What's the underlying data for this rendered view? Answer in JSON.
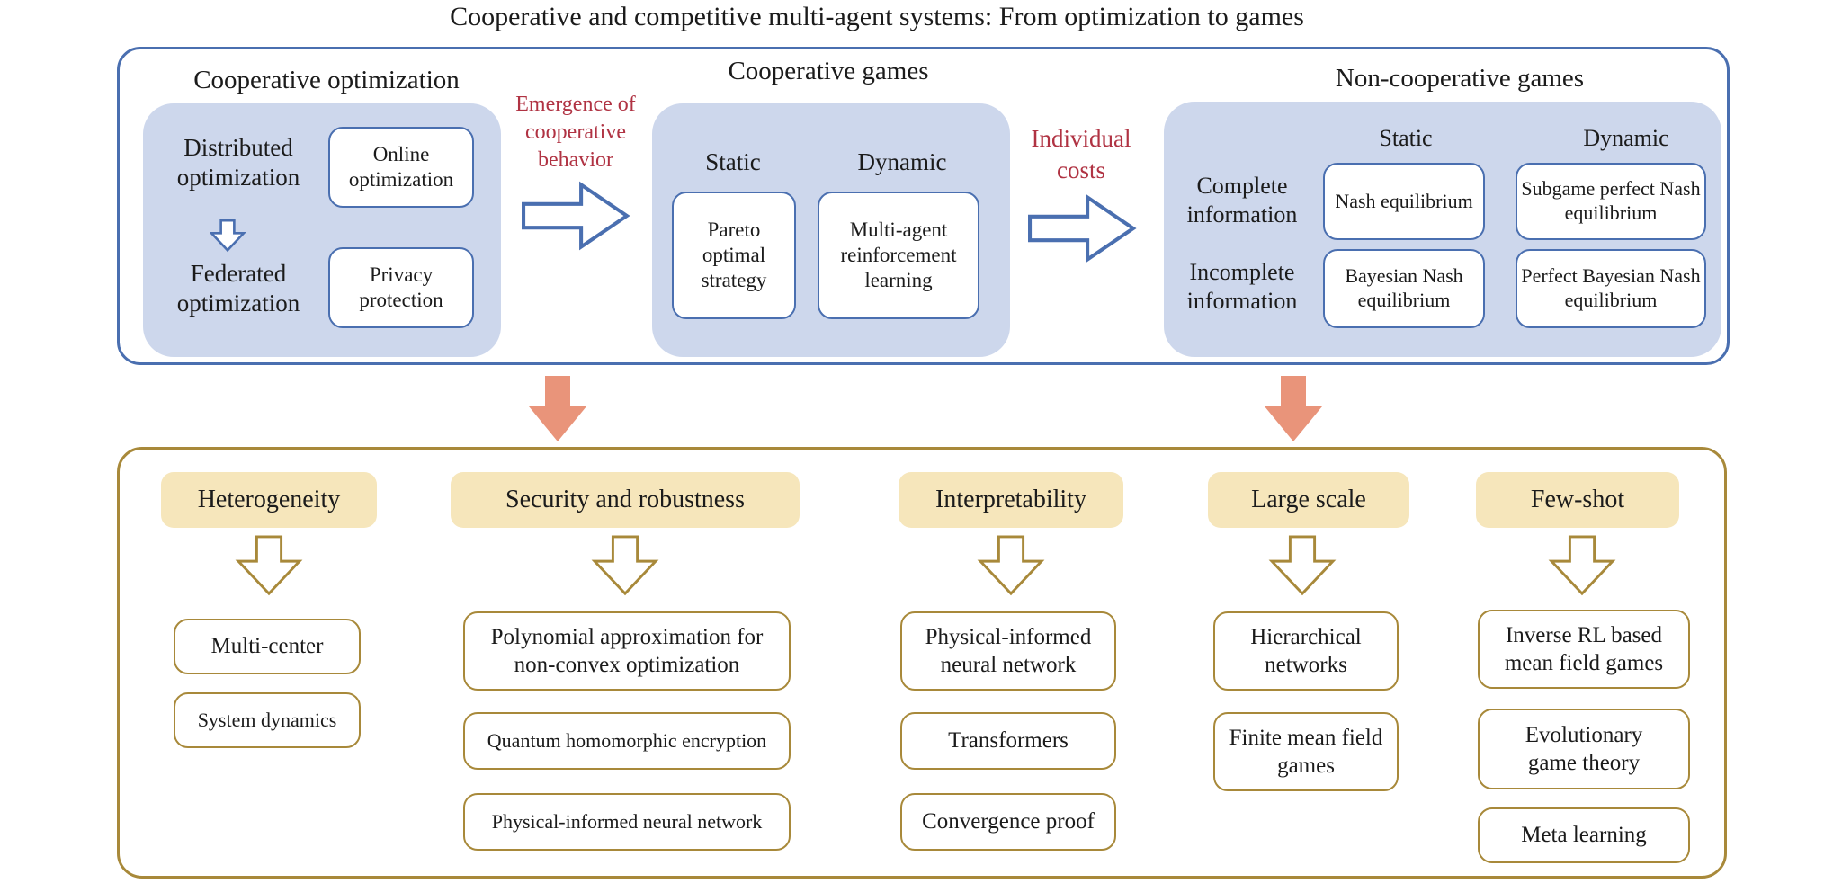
{
  "title": "Cooperative and competitive multi-agent systems: From optimization to games",
  "top_panel": {
    "cooperative_optimization": {
      "label": "Cooperative optimization",
      "flow_items": [
        "Distributed optimization",
        "Federated optimization"
      ],
      "side_boxes": [
        "Online optimization",
        "Privacy protection"
      ]
    },
    "emergence_connector": "Emergence of cooperative behavior",
    "cooperative_games": {
      "label": "Cooperative games",
      "headers": [
        "Static",
        "Dynamic"
      ],
      "boxes": [
        "Pareto optimal strategy",
        "Multi-agent reinforcement learning"
      ]
    },
    "individual_costs_connector": "Individual costs",
    "non_cooperative_games": {
      "label": "Non-cooperative games",
      "headers": [
        "Static",
        "Dynamic"
      ],
      "row_labels": [
        "Complete information",
        "Incomplete information"
      ],
      "cells": [
        "Nash equilibrium",
        "Subgame perfect Nash equilibrium",
        "Bayesian Nash equilibrium",
        "Perfect Bayesian Nash equilibrium"
      ]
    }
  },
  "bottom_panel": {
    "columns": [
      {
        "header": "Heterogeneity",
        "items": [
          "Multi-center",
          "System dynamics"
        ]
      },
      {
        "header": "Security and robustness",
        "items": [
          "Polynomial approximation for non-convex optimization",
          "Quantum homomorphic encryption",
          "Physical-informed neural network"
        ]
      },
      {
        "header": "Interpretability",
        "items": [
          "Physical-informed neural network",
          "Transformers",
          "Convergence proof"
        ]
      },
      {
        "header": "Large scale",
        "items": [
          "Hierarchical networks",
          "Finite mean field games"
        ]
      },
      {
        "header": "Few-shot",
        "items": [
          "Inverse RL based mean field games",
          "Evolutionary game theory",
          "Meta learning"
        ]
      }
    ]
  },
  "colors": {
    "blue_border": "#4a6fb0",
    "blue_fill": "#cdd7ec",
    "red_text": "#b03343",
    "orange_fill": "#e9947a",
    "gold_border": "#a8893a",
    "yellow_fill": "#f6e6bb"
  }
}
